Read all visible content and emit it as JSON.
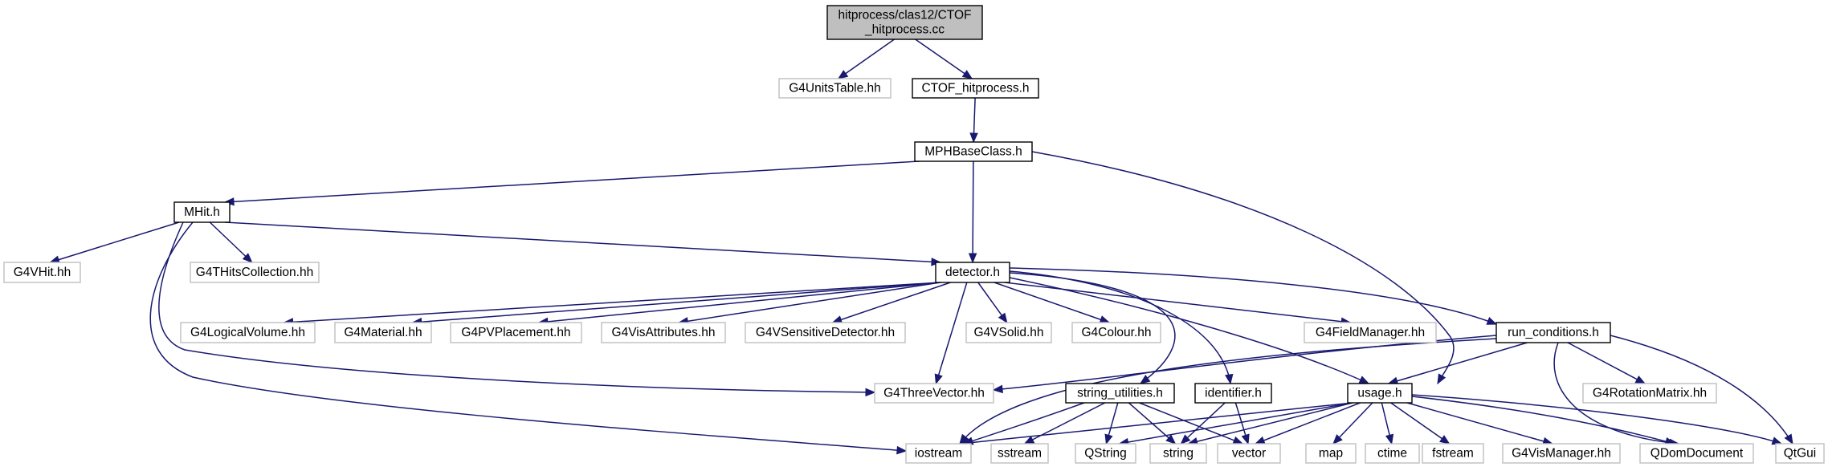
{
  "colors": {
    "edge": "#191970",
    "doc_border": "#000000",
    "ext_border": "#bfbfbf",
    "root_fill": "#bfbfbf"
  },
  "nodes": [
    {
      "id": "root",
      "label": "hitprocess/clas12/CTOF\n_hitprocess.cc",
      "kind": "root"
    },
    {
      "id": "units",
      "label": "G4UnitsTable.hh",
      "kind": "ext"
    },
    {
      "id": "ctofh",
      "label": "CTOF_hitprocess.h",
      "kind": "doc"
    },
    {
      "id": "mph",
      "label": "MPHBaseClass.h",
      "kind": "doc"
    },
    {
      "id": "mhit",
      "label": "MHit.h",
      "kind": "doc"
    },
    {
      "id": "g4vhit",
      "label": "G4VHit.hh",
      "kind": "ext"
    },
    {
      "id": "g4thits",
      "label": "G4THitsCollection.hh",
      "kind": "ext"
    },
    {
      "id": "detector",
      "label": "detector.h",
      "kind": "doc"
    },
    {
      "id": "logvol",
      "label": "G4LogicalVolume.hh",
      "kind": "ext"
    },
    {
      "id": "material",
      "label": "G4Material.hh",
      "kind": "ext"
    },
    {
      "id": "pvplace",
      "label": "G4PVPlacement.hh",
      "kind": "ext"
    },
    {
      "id": "visattr",
      "label": "G4VisAttributes.hh",
      "kind": "ext"
    },
    {
      "id": "sensdet",
      "label": "G4VSensitiveDetector.hh",
      "kind": "ext"
    },
    {
      "id": "vsolid",
      "label": "G4VSolid.hh",
      "kind": "ext"
    },
    {
      "id": "colour",
      "label": "G4Colour.hh",
      "kind": "ext"
    },
    {
      "id": "fieldmgr",
      "label": "G4FieldManager.hh",
      "kind": "ext"
    },
    {
      "id": "runcond",
      "label": "run_conditions.h",
      "kind": "doc"
    },
    {
      "id": "threevec",
      "label": "G4ThreeVector.hh",
      "kind": "ext"
    },
    {
      "id": "strutil",
      "label": "string_utilities.h",
      "kind": "doc"
    },
    {
      "id": "identifier",
      "label": "identifier.h",
      "kind": "doc"
    },
    {
      "id": "usage",
      "label": "usage.h",
      "kind": "doc"
    },
    {
      "id": "rotmat",
      "label": "G4RotationMatrix.hh",
      "kind": "ext"
    },
    {
      "id": "iostream",
      "label": "iostream",
      "kind": "ext"
    },
    {
      "id": "sstream",
      "label": "sstream",
      "kind": "ext"
    },
    {
      "id": "qstring",
      "label": "QString",
      "kind": "ext"
    },
    {
      "id": "string",
      "label": "string",
      "kind": "ext"
    },
    {
      "id": "vector",
      "label": "vector",
      "kind": "ext"
    },
    {
      "id": "map",
      "label": "map",
      "kind": "ext"
    },
    {
      "id": "ctime",
      "label": "ctime",
      "kind": "ext"
    },
    {
      "id": "fstream",
      "label": "fstream",
      "kind": "ext"
    },
    {
      "id": "vismgr",
      "label": "G4VisManager.hh",
      "kind": "ext"
    },
    {
      "id": "qdom",
      "label": "QDomDocument",
      "kind": "ext"
    },
    {
      "id": "qtgui",
      "label": "QtGui",
      "kind": "ext"
    }
  ],
  "edges": [
    {
      "from": "root",
      "to": "units"
    },
    {
      "from": "root",
      "to": "ctofh"
    },
    {
      "from": "ctofh",
      "to": "mph"
    },
    {
      "from": "mph",
      "to": "mhit"
    },
    {
      "from": "mph",
      "to": "detector"
    },
    {
      "from": "mph",
      "to": "usage"
    },
    {
      "from": "mhit",
      "to": "g4vhit"
    },
    {
      "from": "mhit",
      "to": "g4thits"
    },
    {
      "from": "mhit",
      "to": "detector"
    },
    {
      "from": "mhit",
      "to": "iostream"
    },
    {
      "from": "mhit",
      "to": "threevec"
    },
    {
      "from": "detector",
      "to": "logvol"
    },
    {
      "from": "detector",
      "to": "material"
    },
    {
      "from": "detector",
      "to": "pvplace"
    },
    {
      "from": "detector",
      "to": "visattr"
    },
    {
      "from": "detector",
      "to": "sensdet"
    },
    {
      "from": "detector",
      "to": "vsolid"
    },
    {
      "from": "detector",
      "to": "colour"
    },
    {
      "from": "detector",
      "to": "fieldmgr"
    },
    {
      "from": "detector",
      "to": "runcond"
    },
    {
      "from": "detector",
      "to": "threevec"
    },
    {
      "from": "detector",
      "to": "strutil"
    },
    {
      "from": "detector",
      "to": "identifier"
    },
    {
      "from": "detector",
      "to": "usage"
    },
    {
      "from": "runcond",
      "to": "threevec"
    },
    {
      "from": "runcond",
      "to": "iostream"
    },
    {
      "from": "runcond",
      "to": "usage"
    },
    {
      "from": "runcond",
      "to": "rotmat"
    },
    {
      "from": "runcond",
      "to": "qdom"
    },
    {
      "from": "runcond",
      "to": "qtgui"
    },
    {
      "from": "strutil",
      "to": "iostream"
    },
    {
      "from": "strutil",
      "to": "sstream"
    },
    {
      "from": "strutil",
      "to": "qstring"
    },
    {
      "from": "strutil",
      "to": "string"
    },
    {
      "from": "strutil",
      "to": "vector"
    },
    {
      "from": "identifier",
      "to": "string"
    },
    {
      "from": "identifier",
      "to": "vector"
    },
    {
      "from": "usage",
      "to": "iostream"
    },
    {
      "from": "usage",
      "to": "qstring"
    },
    {
      "from": "usage",
      "to": "string"
    },
    {
      "from": "usage",
      "to": "vector"
    },
    {
      "from": "usage",
      "to": "map"
    },
    {
      "from": "usage",
      "to": "ctime"
    },
    {
      "from": "usage",
      "to": "fstream"
    },
    {
      "from": "usage",
      "to": "vismgr"
    },
    {
      "from": "usage",
      "to": "qdom"
    },
    {
      "from": "usage",
      "to": "qtgui"
    }
  ]
}
